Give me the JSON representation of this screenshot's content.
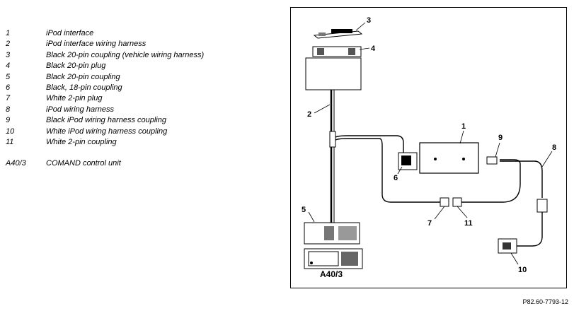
{
  "legend": [
    {
      "num": "1",
      "desc": "iPod interface"
    },
    {
      "num": "2",
      "desc": "iPod interface wiring harness"
    },
    {
      "num": "3",
      "desc": "Black 20-pin coupling (vehicle wiring harness)"
    },
    {
      "num": "4",
      "desc": "Black 20-pin plug"
    },
    {
      "num": "5",
      "desc": "Black 20-pin coupling"
    },
    {
      "num": "6",
      "desc": "Black, 18-pin coupling"
    },
    {
      "num": "7",
      "desc": "White 2-pin plug"
    },
    {
      "num": "8",
      "desc": "iPod wiring harness"
    },
    {
      "num": "9",
      "desc": "Black iPod wiring harness coupling"
    },
    {
      "num": "10",
      "desc": "White iPod wiring harness coupling"
    },
    {
      "num": "11",
      "desc": "White 2-pin coupling"
    },
    {
      "num": "A40/3",
      "desc": "COMAND control unit"
    }
  ],
  "diagram": {
    "callouts": [
      "1",
      "2",
      "3",
      "4",
      "5",
      "6",
      "7",
      "8",
      "9",
      "10",
      "11"
    ],
    "unit_label": "A40/3"
  },
  "figure_code": "P82.60-7793-12"
}
